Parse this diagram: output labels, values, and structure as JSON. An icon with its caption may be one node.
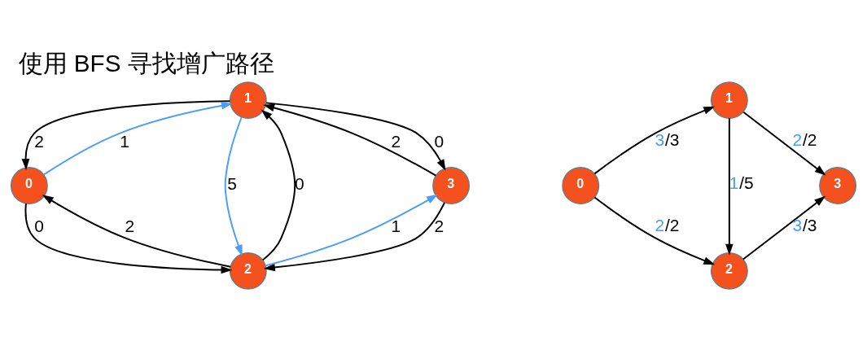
{
  "diagram": {
    "title": "使用 BFS 寻找增广路径",
    "nodes": [
      {
        "text": [
          "0"
        ]
      },
      {
        "text": [
          "1"
        ]
      },
      {
        "text": [
          "2"
        ]
      },
      {
        "text": [
          "3"
        ]
      },
      {
        "text": [
          "0"
        ]
      },
      {
        "text": [
          "1"
        ]
      },
      {
        "text": [
          "2"
        ]
      },
      {
        "text": [
          "3"
        ]
      }
    ],
    "edges": [
      {
        "from": 1,
        "to": 0,
        "arrow": "to",
        "label": "2"
      },
      {
        "from": 0,
        "to": 1,
        "arrow": "to",
        "label": "1",
        "color": "#4a9ff5"
      },
      {
        "from": 1,
        "to": 2,
        "arrow": "to",
        "label": "5",
        "color": "#4a9ff5"
      },
      {
        "from": 2,
        "to": 1,
        "arrow": "to",
        "label": "0"
      },
      {
        "from": 3,
        "to": 1,
        "arrow": "to",
        "label": "2"
      },
      {
        "from": 1,
        "to": 3,
        "arrow": "to",
        "label": "0"
      },
      {
        "from": 0,
        "to": 2,
        "arrow": "to",
        "label": "0"
      },
      {
        "from": 2,
        "to": 0,
        "arrow": "to",
        "label": "2"
      },
      {
        "from": 2,
        "to": 3,
        "arrow": "to",
        "label": "1",
        "color": "#4a9ff5"
      },
      {
        "from": 3,
        "to": 2,
        "arrow": "to",
        "label": "2"
      },
      {
        "from": 4,
        "to": 5,
        "arrow": "to",
        "label": "3/3"
      },
      {
        "from": 5,
        "to": 6,
        "arrow": "to",
        "label": "1/5"
      },
      {
        "from": 5,
        "to": 7,
        "arrow": "to",
        "label": "2/2"
      },
      {
        "from": 4,
        "to": 6,
        "arrow": "to",
        "label": "2/2"
      },
      {
        "from": 6,
        "to": 7,
        "arrow": "to",
        "label": "3/3"
      }
    ]
  }
}
